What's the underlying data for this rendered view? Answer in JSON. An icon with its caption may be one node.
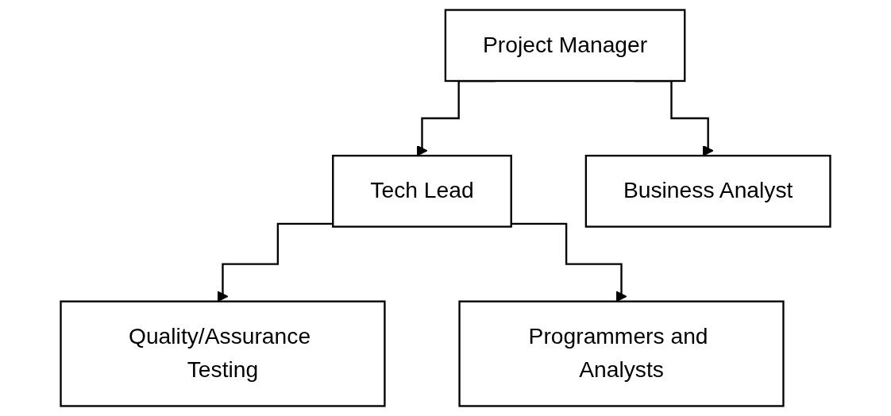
{
  "diagram": {
    "nodes": [
      {
        "text": [
          "Project Manager"
        ]
      },
      {
        "text": [
          "Tech Lead"
        ]
      },
      {
        "text": [
          "Business Analyst"
        ]
      },
      {
        "text": [
          "Quality/Assurance Testing"
        ]
      },
      {
        "text": [
          "Programmers and Analysts"
        ]
      }
    ],
    "edges": [
      {
        "from": 0,
        "to": 1,
        "arrow": "to"
      },
      {
        "from": 0,
        "to": 2,
        "arrow": "to"
      },
      {
        "from": 1,
        "to": 3,
        "arrow": "to"
      },
      {
        "from": 1,
        "to": 4,
        "arrow": "to"
      }
    ]
  }
}
